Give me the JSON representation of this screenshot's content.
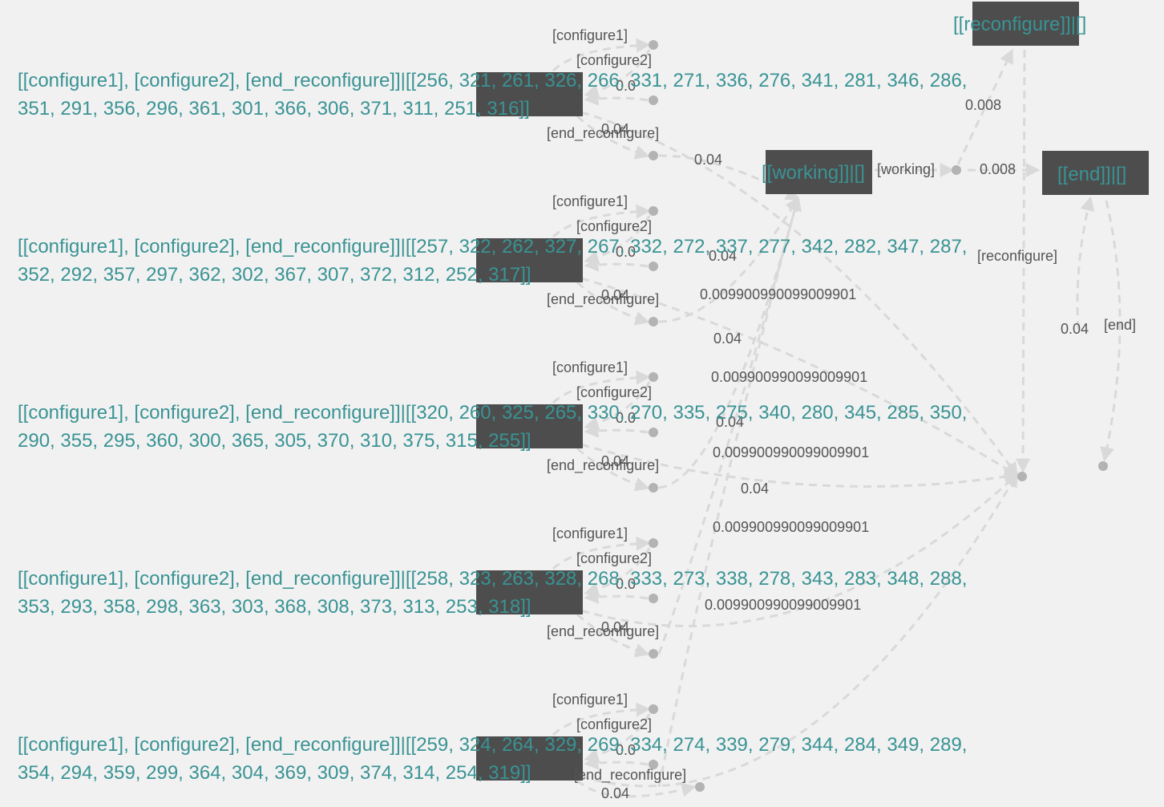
{
  "diagram": {
    "nodes": {
      "reconfigure": "[[reconfigure]]|[]",
      "working": "[[working]]|[]",
      "end": "[[end]]|[]",
      "config_rows": [
        {
          "line1": "[[configure1], [configure2], [end_reconfigure]]|[[256, 321, 261, 326, 266, 331, 271, 336, 276, 341, 281, 346, 286,",
          "line2": "351, 291, 356, 296, 361, 301, 366, 306, 371, 311, 251, 316]]"
        },
        {
          "line1": "[[configure1], [configure2], [end_reconfigure]]|[[257, 322, 262, 327, 267, 332, 272, 337, 277, 342, 282, 347, 287,",
          "line2": "352, 292, 357, 297, 362, 302, 367, 307, 372, 312, 252, 317]]"
        },
        {
          "line1": "[[configure1], [configure2], [end_reconfigure]]|[[320, 260, 325, 265, 330, 270, 335, 275, 340, 280, 345, 285, 350,",
          "line2": "290, 355, 295, 360, 300, 365, 305, 370, 310, 375, 315, 255]]"
        },
        {
          "line1": "[[configure1], [configure2], [end_reconfigure]]|[[258, 323, 263, 328, 268, 333, 273, 338, 278, 343, 283, 348, 288,",
          "line2": "353, 293, 358, 298, 363, 303, 368, 308, 373, 313, 253, 318]]"
        },
        {
          "line1": "[[configure1], [configure2], [end_reconfigure]]|[[259, 324, 264, 329, 269, 334, 274, 339, 279, 344, 284, 349, 289,",
          "line2": "354, 294, 359, 299, 364, 304, 369, 309, 374, 314, 254, 319]]"
        }
      ]
    },
    "action_labels": {
      "configure1": "[configure1]",
      "configure2": "[configure2]",
      "end_reconfigure": "[end_reconfigure]",
      "working": "[working]",
      "reconfigure": "[reconfigure]",
      "end": "[end]"
    },
    "probabilities": {
      "p_004": "0.04",
      "p_0008": "0.008",
      "p_small": "0.009900990099009901",
      "p_partial": "0.0"
    }
  }
}
